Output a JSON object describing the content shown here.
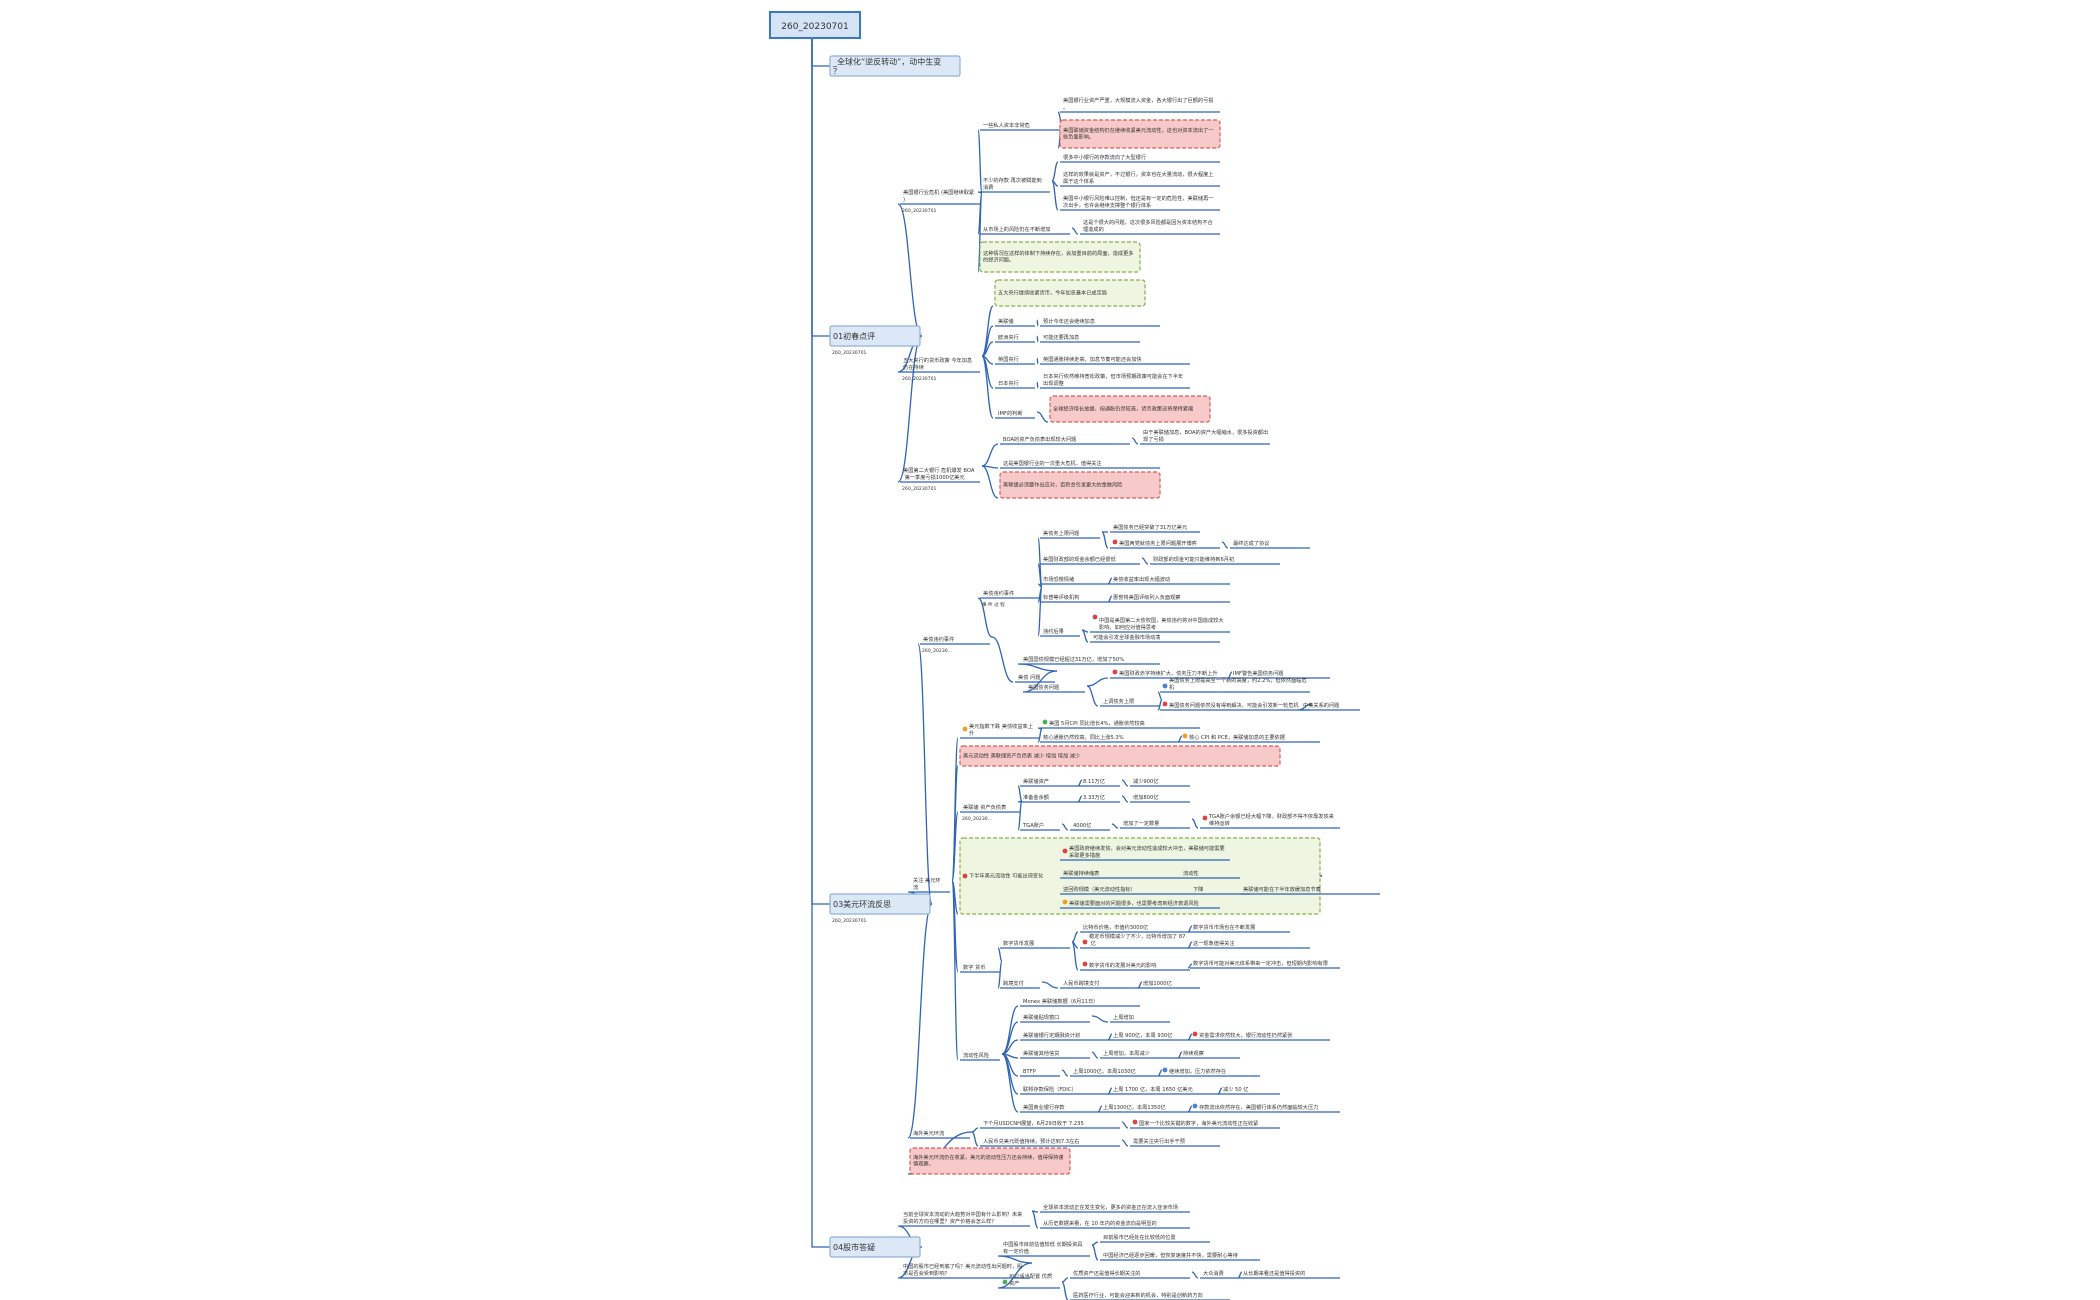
{
  "root": {
    "label": "260_20230701"
  },
  "nodes": [
    {
      "id": "b0",
      "parent": "root",
      "label": "_全球化“逆反转动”，动中生变？",
      "kind": "main"
    },
    {
      "id": "b1",
      "parent": "root",
      "label": "01初春点评",
      "kind": "main",
      "sub": "260_20230701"
    },
    {
      "id": "b1a",
      "parent": "b1",
      "label": "美国银行业危机 (美国继续取紧)",
      "sub": "260_20230701"
    },
    {
      "id": "b1a1",
      "parent": "b1a",
      "label": "一些私人资本非常危"
    },
    {
      "id": "b1a1a",
      "parent": "b1a1",
      "label": "美国银行业资产严重，大规模流入资金，各大银行出了巨额的亏损。"
    },
    {
      "id": "b1a1b",
      "parent": "b1a1",
      "label": "美国联储资金结构仍在继续收紧美元流动性，这也对资本流出了一些负面影响。",
      "kind": "pink"
    },
    {
      "id": "b1a2",
      "parent": "b1a",
      "label": "不少的存款 再次被赋能到消费"
    },
    {
      "id": "b1a2a",
      "parent": "b1a2",
      "label": "很多中小银行的存款流向了大型银行"
    },
    {
      "id": "b1a2b",
      "parent": "b1a2",
      "label": "这样的效果就是资产，不过银行，资本也在大量流动，很大程度上属于这个体系"
    },
    {
      "id": "b1a2c",
      "parent": "b1a2",
      "label": "美国中小银行风险难以控制，但还是有一定的危险性，美联储再一次出手，也许会继续支撑整个银行体系"
    },
    {
      "id": "b1a3",
      "parent": "b1a",
      "label": "从市场上的风险仍在不断增加"
    },
    {
      "id": "b1a3a",
      "parent": "b1a3",
      "label": "这是个很大的问题，这次很多风险都是因为资本结构不合理造成的"
    },
    {
      "id": "b1a4",
      "parent": "b1a",
      "label": "这种情况在这样的体制下持续存在，会加重目前的局面，造成更多的经济问题。",
      "kind": "green"
    },
    {
      "id": "b1b",
      "parent": "b1",
      "label": "五大央行的货币政策 今年加息仍在持续",
      "sub": "260_20230701"
    },
    {
      "id": "b1b0",
      "parent": "b1b",
      "label": "五大央行继续收紧货币，今年加息基本已成定局",
      "kind": "green"
    },
    {
      "id": "b1b1",
      "parent": "b1b",
      "label": "美联储"
    },
    {
      "id": "b1b1a",
      "parent": "b1b1",
      "label": "预计今年还会继续加息"
    },
    {
      "id": "b1b2",
      "parent": "b1b",
      "label": "欧洲央行"
    },
    {
      "id": "b1b2a",
      "parent": "b1b2",
      "label": "可能还要再加息"
    },
    {
      "id": "b1b3",
      "parent": "b1b",
      "label": "英国央行"
    },
    {
      "id": "b1b3a",
      "parent": "b1b3",
      "label": "英国通胀持续走高，加息节奏可能还会加快"
    },
    {
      "id": "b1b4",
      "parent": "b1b",
      "label": "日本央行"
    },
    {
      "id": "b1b4a",
      "parent": "b1b4",
      "label": "日本央行依然维持宽松政策，但市场预期政策可能会在下半年出现调整"
    },
    {
      "id": "b1b5",
      "parent": "b1b",
      "label": "IMF的判断"
    },
    {
      "id": "b1b5a",
      "parent": "b1b5",
      "label": "全球经济增长放缓，但通胀仍然较高，货币政策还将保持紧缩",
      "kind": "pink"
    },
    {
      "id": "b1c",
      "parent": "b1",
      "label": "美国第二大银行 危机爆发 BOA 第一季度亏损1000亿美元",
      "sub": "260_20230701"
    },
    {
      "id": "b1c1",
      "parent": "b1c",
      "label": "BOA的资产负债表出现较大问题"
    },
    {
      "id": "b1c1a",
      "parent": "b1c1",
      "label": "由于美联储加息，BOA的资产大幅缩水，很多投资都出现了亏损"
    },
    {
      "id": "b1c2",
      "parent": "b1c",
      "label": "这是美国银行业的一次重大危机，值得关注"
    },
    {
      "id": "b1c3",
      "parent": "b1c",
      "label": "美联储必须要作出应对，否则会引发更大的金融风险",
      "kind": "pink"
    },
    {
      "id": "b2",
      "parent": "root",
      "label": "03美元环流反思",
      "kind": "main",
      "sub": "260_20230701"
    },
    {
      "id": "b2a",
      "parent": "b2",
      "label": "美债违约事件",
      "sub": "260_20230..."
    },
    {
      "id": "b2a1",
      "parent": "b2a",
      "label": "美债违约事件",
      "sub": "事 件 过 程"
    },
    {
      "id": "b2a1a",
      "parent": "b2a1",
      "label": "美债务上限问题"
    },
    {
      "id": "b2a1a1",
      "parent": "b2a1a",
      "label": "美国债务已经突破了31万亿美元"
    },
    {
      "id": "b2a1a2",
      "parent": "b2a1a",
      "label": "美国两党就债务上限问题展开博弈",
      "mark": "red"
    },
    {
      "id": "b2a1a2x",
      "parent": "b2a1a2",
      "label": "最终达成了协议"
    },
    {
      "id": "b2a1b",
      "parent": "b2a1",
      "label": "美国财政部的现金余额已经很低"
    },
    {
      "id": "b2a1b1",
      "parent": "b2a1b",
      "label": "财政部的现金可能只能维持到6月初"
    },
    {
      "id": "b2a1c",
      "parent": "b2a1",
      "label": "市场恐慌情绪"
    },
    {
      "id": "b2a1c1",
      "parent": "b2a1c",
      "label": "美债收益率出现大幅波动"
    },
    {
      "id": "b2a1d",
      "parent": "b2a1",
      "label": "标普等评级机构"
    },
    {
      "id": "b2a1d1",
      "parent": "b2a1d",
      "label": "惠誉将美国评级列入负面观察"
    },
    {
      "id": "b2a1e",
      "parent": "b2a1",
      "label": "违约后果"
    },
    {
      "id": "b2a1e1",
      "parent": "b2a1e",
      "label": "中国是美国第二大债权国，美债违约将对中国造成较大影响，如何应对值得思考",
      "mark": "red"
    },
    {
      "id": "b2a1e2",
      "parent": "b2a1e",
      "label": "可能会引发全球金融市场动荡"
    },
    {
      "id": "b2a2",
      "parent": "b2a",
      "label": "美债 问题"
    },
    {
      "id": "b2a2a",
      "parent": "b2a2",
      "label": "美国国债规模已经超过31万亿，增加了50%"
    },
    {
      "id": "b2a2b",
      "parent": "b2a2",
      "label": "美国债务问题"
    },
    {
      "id": "b2a2b1",
      "parent": "b2a2b",
      "label": "美国财政赤字持续扩大，债务压力不断上升",
      "mark": "red"
    },
    {
      "id": "b2a2b1x",
      "parent": "b2a2b1",
      "label": "IMF警告美国债务问题"
    },
    {
      "id": "b2a2b2",
      "parent": "b2a2b",
      "label": "上调债务上限"
    },
    {
      "id": "b2a2b2a",
      "parent": "b2a2b2",
      "label": "美国债务上限提高至一个新的高度，约2.2%，但依然面临危机",
      "mark": "blue"
    },
    {
      "id": "b2a2b2b",
      "parent": "b2a2b2",
      "label": "美国债务问题依然没有得到解决，可能会引发新一轮危机",
      "mark": "red"
    },
    {
      "id": "b2a2b2bx",
      "parent": "b2a2b2b",
      "label": "中美关系的问题"
    },
    {
      "id": "b2b",
      "parent": "b2",
      "label": "关注 美元环流"
    },
    {
      "id": "b2b1",
      "parent": "b2b",
      "label": "美元指数下跌 美债收益率上升",
      "mark": "orange"
    },
    {
      "id": "b2b1a",
      "parent": "b2b1",
      "label": "美国 5月CPI 同比增长4%，通胀依然较高",
      "mark": "green"
    },
    {
      "id": "b2b1b",
      "parent": "b2b1",
      "label": "核心通胀仍然较高，同比上涨5.3%"
    },
    {
      "id": "b2b1bx",
      "parent": "b2b1b",
      "label": "核心 CPI 和 PCE，美联储加息的主要依据",
      "mark": "orange"
    },
    {
      "id": "b2b2",
      "parent": "b2b",
      "label": "美元流动性 美联储资产负债表 减少 增加 增加 减少",
      "kind": "pink"
    },
    {
      "id": "b2b3",
      "parent": "b2b",
      "label": "美联储 资产负债表",
      "sub": "260_20230..."
    },
    {
      "id": "b2b3a",
      "parent": "b2b3",
      "label": "美联储资产"
    },
    {
      "id": "b2b3a1",
      "parent": "b2b3a",
      "label": "8.11万亿"
    },
    {
      "id": "b2b3a2",
      "parent": "b2b3a1",
      "label": "减少900亿"
    },
    {
      "id": "b2b3b",
      "parent": "b2b3",
      "label": "准备金余额"
    },
    {
      "id": "b2b3b1",
      "parent": "b2b3b",
      "label": "3.33万亿"
    },
    {
      "id": "b2b3b2",
      "parent": "b2b3b1",
      "label": "增加800亿"
    },
    {
      "id": "b2b3c",
      "parent": "b2b3",
      "label": "TGA账户"
    },
    {
      "id": "b2b3c1",
      "parent": "b2b3c",
      "label": "4000亿"
    },
    {
      "id": "b2b3c2",
      "parent": "b2b3c1",
      "label": "增加了一定数量"
    },
    {
      "id": "b2b3c3",
      "parent": "b2b3c2",
      "label": "TGA账户余额已经大幅下降，财政部不得不依靠发债来维持运转",
      "mark": "red"
    },
    {
      "id": "b2b4",
      "parent": "b2b",
      "label": "下半年美元流动性 可能出现变化",
      "kind": "green",
      "mark": "red"
    },
    {
      "id": "b2b4a",
      "parent": "b2b4",
      "label": "美国政府继续发债，会对美元流动性造成较大冲击，美联储可能需要采取更多措施",
      "mark": "red"
    },
    {
      "id": "b2b4b",
      "parent": "b2b4",
      "label": "美联储持续缩表"
    },
    {
      "id": "b2b4bx",
      "parent": "b2b4b",
      "label": "流动性"
    },
    {
      "id": "b2b4c",
      "parent": "b2b4",
      "label": "逆回购规模（美元流动性指标）"
    },
    {
      "id": "b2b4cx",
      "parent": "b2b4c",
      "label": "下降"
    },
    {
      "id": "b2b4cxx",
      "parent": "b2b4cx",
      "label": "美联储可能在下半年放缓加息节奏"
    },
    {
      "id": "b2b4d",
      "parent": "b2b4",
      "label": "美联储需要面对的问题很多，也需要考虑到经济衰退风险",
      "mark": "orange"
    },
    {
      "id": "b2b5",
      "parent": "b2b",
      "label": "数字 货币"
    },
    {
      "id": "b2b5a",
      "parent": "b2b5",
      "label": "数字货币发展"
    },
    {
      "id": "b2b5a1",
      "parent": "b2b5a",
      "label": "比特币价格，市值约3000亿"
    },
    {
      "id": "b2b5a1x",
      "parent": "b2b5a1",
      "label": "数字货币市场也在不断发展"
    },
    {
      "id": "b2b5a2",
      "parent": "b2b5a",
      "label": "稳定币规模减少了不少，比特币增加了 87 亿",
      "mark": "red"
    },
    {
      "id": "b2b5a2x",
      "parent": "b2b5a2",
      "label": "这一现象值得关注"
    },
    {
      "id": "b2b5a3",
      "parent": "b2b5a",
      "label": "数字货币的发展对美元的影响",
      "mark": "red"
    },
    {
      "id": "b2b5a3x",
      "parent": "b2b5a3",
      "label": "数字货币可能对美元体系带来一定冲击，但短期内影响有限"
    },
    {
      "id": "b2b5b",
      "parent": "b2b5",
      "label": "跨境支付"
    },
    {
      "id": "b2b5b1",
      "parent": "b2b5b",
      "label": "人民币跨境支付"
    },
    {
      "id": "b2b5b1x",
      "parent": "b2b5b1",
      "label": "增加1000亿"
    },
    {
      "id": "b2b6",
      "parent": "b2b",
      "label": "流动性风险"
    },
    {
      "id": "b2b6t",
      "parent": "b2b6",
      "label": "Monex 美联储数据（6月11日）"
    },
    {
      "id": "b2b6a",
      "parent": "b2b6",
      "label": "美联储贴现窗口"
    },
    {
      "id": "b2b6a1",
      "parent": "b2b6a",
      "label": "上周增加"
    },
    {
      "id": "b2b6b",
      "parent": "b2b6",
      "label": "美联储银行定期融资计划"
    },
    {
      "id": "b2b6b1",
      "parent": "b2b6b",
      "label": "上周 900亿，本周 930亿"
    },
    {
      "id": "b2b6b2",
      "parent": "b2b6b1",
      "label": "资金需求依然较大，银行流动性仍然紧张",
      "mark": "red"
    },
    {
      "id": "b2b6c",
      "parent": "b2b6",
      "label": "美联储其他信贷"
    },
    {
      "id": "b2b6c1",
      "parent": "b2b6c",
      "label": "上周增加，本周减少"
    },
    {
      "id": "b2b6c2",
      "parent": "b2b6c1",
      "label": "持续观察"
    },
    {
      "id": "b2b6d",
      "parent": "b2b6",
      "label": "BTFP"
    },
    {
      "id": "b2b6d1",
      "parent": "b2b6d",
      "label": "上周1000亿，本周1030亿"
    },
    {
      "id": "b2b6d2",
      "parent": "b2b6d1",
      "label": "继续增加，压力依然存在",
      "mark": "blue"
    },
    {
      "id": "b2b6e",
      "parent": "b2b6",
      "label": "联邦存款保险（FDIC）"
    },
    {
      "id": "b2b6e1",
      "parent": "b2b6e",
      "label": "上周 1700 亿，本周 1650 亿美元"
    },
    {
      "id": "b2b6e2",
      "parent": "b2b6e1",
      "label": "减少 50 亿"
    },
    {
      "id": "b2b6f",
      "parent": "b2b6",
      "label": "美国商业银行存款"
    },
    {
      "id": "b2b6f1",
      "parent": "b2b6f",
      "label": "上周1300亿，本周1350亿"
    },
    {
      "id": "b2b6f2",
      "parent": "b2b6f1",
      "label": "存款流出依然存在，美国银行体系仍然面临较大压力",
      "mark": "blue"
    },
    {
      "id": "b2c",
      "parent": "b2",
      "label": "海外美元环流"
    },
    {
      "id": "b2c1",
      "parent": "b2c",
      "label": "下个月USDCNH展望，6月29日收于 7.235"
    },
    {
      "id": "b2c1x",
      "parent": "b2c1",
      "label": "国家一个比较关键的数字，海外美元流动性正在收紧",
      "mark": "red"
    },
    {
      "id": "b2c2",
      "parent": "b2c",
      "label": "人民币兑美元贬值持续，预计达到7.3左右"
    },
    {
      "id": "b2c2x",
      "parent": "b2c2",
      "label": "需要关注央行出手干预"
    },
    {
      "id": "b2c3",
      "parent": "b2c",
      "label": "海外美元环流仍在收紧，美元的流动性压力还会持续，值得保持谨慎观察。",
      "kind": "pink"
    },
    {
      "id": "b3",
      "parent": "root",
      "label": "04股市答疑",
      "kind": "main"
    },
    {
      "id": "b3a",
      "parent": "b3",
      "label": "当前全球资本流动的大趋势对中国有什么影响？未来投资的方向在哪里？资产价格会怎么样？"
    },
    {
      "id": "b3a1",
      "parent": "b3a",
      "label": "全球资本流动正在发生变化，更多的资金正在流入亚洲市场"
    },
    {
      "id": "b3a2",
      "parent": "b3a",
      "label": "从历史数据来看，在 10 年内的资金流向是明显的"
    },
    {
      "id": "b3b",
      "parent": "b3",
      "label": "中国的股市已经到底了吗？美元流动性出问题时，股市是否会受到影响？"
    },
    {
      "id": "b3b1",
      "parent": "b3b",
      "label": "中国股市目前估值较低 长期投资具有一定价值"
    },
    {
      "id": "b3b1a",
      "parent": "b3b1",
      "label": "目前股市已经处在比较低的位置"
    },
    {
      "id": "b3b1b",
      "parent": "b3b1",
      "label": "中国经济已经逐步回暖，但恢复速度并不快，需要耐心等待"
    },
    {
      "id": "b3b2",
      "parent": "b3b",
      "label": "可以适当配置 优质资产",
      "mark": "green"
    },
    {
      "id": "b3b2a",
      "parent": "b3b2",
      "label": "优质资产还是值得长期关注的"
    },
    {
      "id": "b3b2ax",
      "parent": "b3b2a",
      "label": "大众消费"
    },
    {
      "id": "b3b2axx",
      "parent": "b3b2ax",
      "label": "从长期来看还是值得投资的"
    },
    {
      "id": "b3b2b",
      "parent": "b3b2",
      "label": "医药医疗行业，可能会迎来新的机会，特别是创新药方向"
    }
  ]
}
